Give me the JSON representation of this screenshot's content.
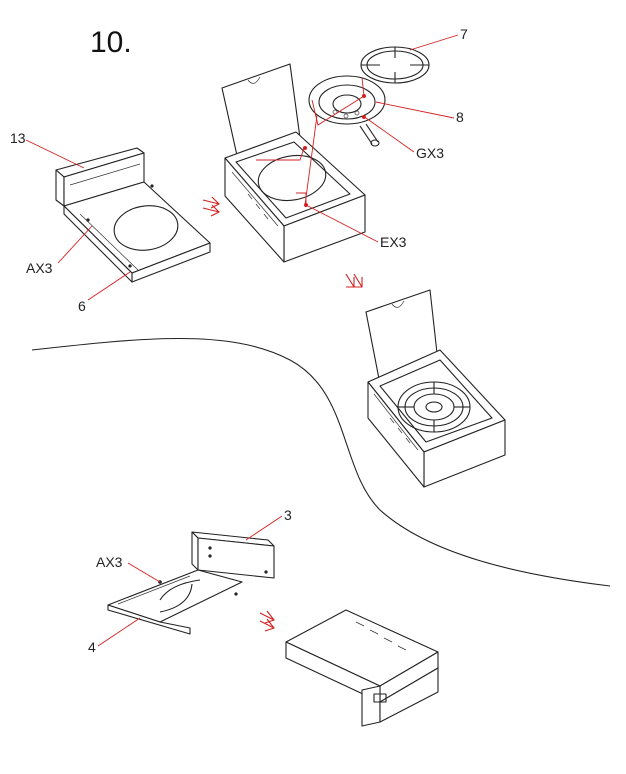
{
  "diagram": {
    "step_number": "10.",
    "labels": {
      "l13": "13",
      "lAX3_top": "AX3",
      "l6": "6",
      "l7": "7",
      "l8": "8",
      "lGX3": "GX3",
      "lEX3": "EX3",
      "l3": "3",
      "lAX3_bottom": "AX3",
      "l4": "4"
    },
    "colors": {
      "line": "#222222",
      "leader": "#d32020",
      "background": "#ffffff"
    }
  }
}
